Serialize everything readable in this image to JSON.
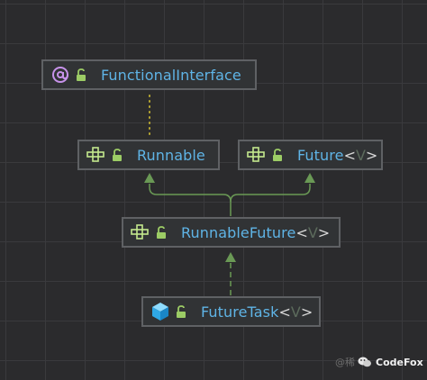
{
  "nodes": {
    "functional_interface": {
      "name": "FunctionalInterface"
    },
    "runnable": {
      "name": "Runnable"
    },
    "future": {
      "name": "Future",
      "type_open": "<",
      "type_param": "V",
      "type_close": ">"
    },
    "runnable_future": {
      "name": "RunnableFuture",
      "type_open": "<",
      "type_param": "V",
      "type_close": ">"
    },
    "future_task": {
      "name": "FutureTask",
      "type_open": "<",
      "type_param": "V",
      "type_close": ">"
    }
  },
  "edges": [
    {
      "from": "runnable",
      "to": "functional_interface",
      "style": "dotted"
    },
    {
      "from": "runnable_future",
      "to": "runnable",
      "style": "solid"
    },
    {
      "from": "runnable_future",
      "to": "future",
      "style": "solid"
    },
    {
      "from": "future_task",
      "to": "runnable_future",
      "style": "dashed"
    }
  ],
  "colors": {
    "background": "#2b2b2d",
    "node_fill": "#313335",
    "node_border": "#5f6164",
    "name_text": "#5fb4e6",
    "edge": "#6a9955",
    "interface_icon": "#c3e88d",
    "annotation_icon": "#c792ea",
    "class_icon": "#4fc1ff",
    "lock_icon": "#9ccc65"
  },
  "icons": {
    "annotation": "at-sign-icon",
    "interface": "interface-blocks-icon",
    "class": "class-cube-icon",
    "visibility": "open-lock-icon"
  },
  "watermark": {
    "prefix": "@稀",
    "brand": "CodeFox"
  }
}
